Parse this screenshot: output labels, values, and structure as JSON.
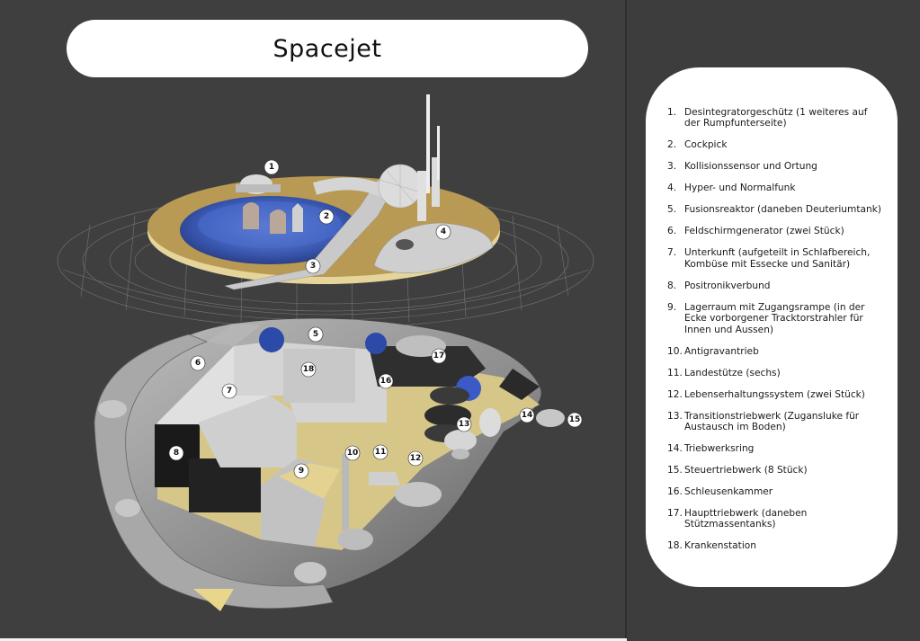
{
  "title": "Spacejet",
  "legend": [
    {
      "num": "1.",
      "text": "Desintegratorgeschütz (1 weiteres auf der Rumpfunterseite)"
    },
    {
      "num": "2.",
      "text": "Cockpick"
    },
    {
      "num": "3.",
      "text": "Kollisionssensor und Ortung"
    },
    {
      "num": "4.",
      "text": "Hyper- und Normalfunk"
    },
    {
      "num": "5.",
      "text": "Fusionsreaktor (daneben Deuteriumtank)"
    },
    {
      "num": "6.",
      "text": "Feldschirmgenerator (zwei Stück)"
    },
    {
      "num": "7.",
      "text": "Unterkunft (aufgeteilt in Schlafbereich, Kombüse mit Essecke und Sanitär)"
    },
    {
      "num": "8.",
      "text": "Positronikverbund"
    },
    {
      "num": "9.",
      "text": "Lagerraum mit Zugangsrampe (in der Ecke vorborgener Tracktorstrahler für Innen und Aussen)"
    },
    {
      "num": "10.",
      "text": "Antigravantrieb"
    },
    {
      "num": "11.",
      "text": "Landestütze (sechs)"
    },
    {
      "num": "12.",
      "text": "Lebenserhaltungssystem (zwei Stück)"
    },
    {
      "num": "13.",
      "text": "Transitionstriebwerk (Zugansluke für Austausch im Boden)"
    },
    {
      "num": "14.",
      "text": "Triebwerksring"
    },
    {
      "num": "15.",
      "text": "Steuertriebwerk (8 Stück)"
    },
    {
      "num": "16.",
      "text": "Schleusenkammer"
    },
    {
      "num": "17.",
      "text": "Haupttriebwerk (daneben Stützmassentanks)"
    },
    {
      "num": "18.",
      "text": "Krankenstation"
    }
  ],
  "markers": [
    "1",
    "2",
    "3",
    "4",
    "5",
    "6",
    "7",
    "8",
    "9",
    "10",
    "11",
    "12",
    "13",
    "14",
    "15",
    "16",
    "17",
    "18"
  ]
}
